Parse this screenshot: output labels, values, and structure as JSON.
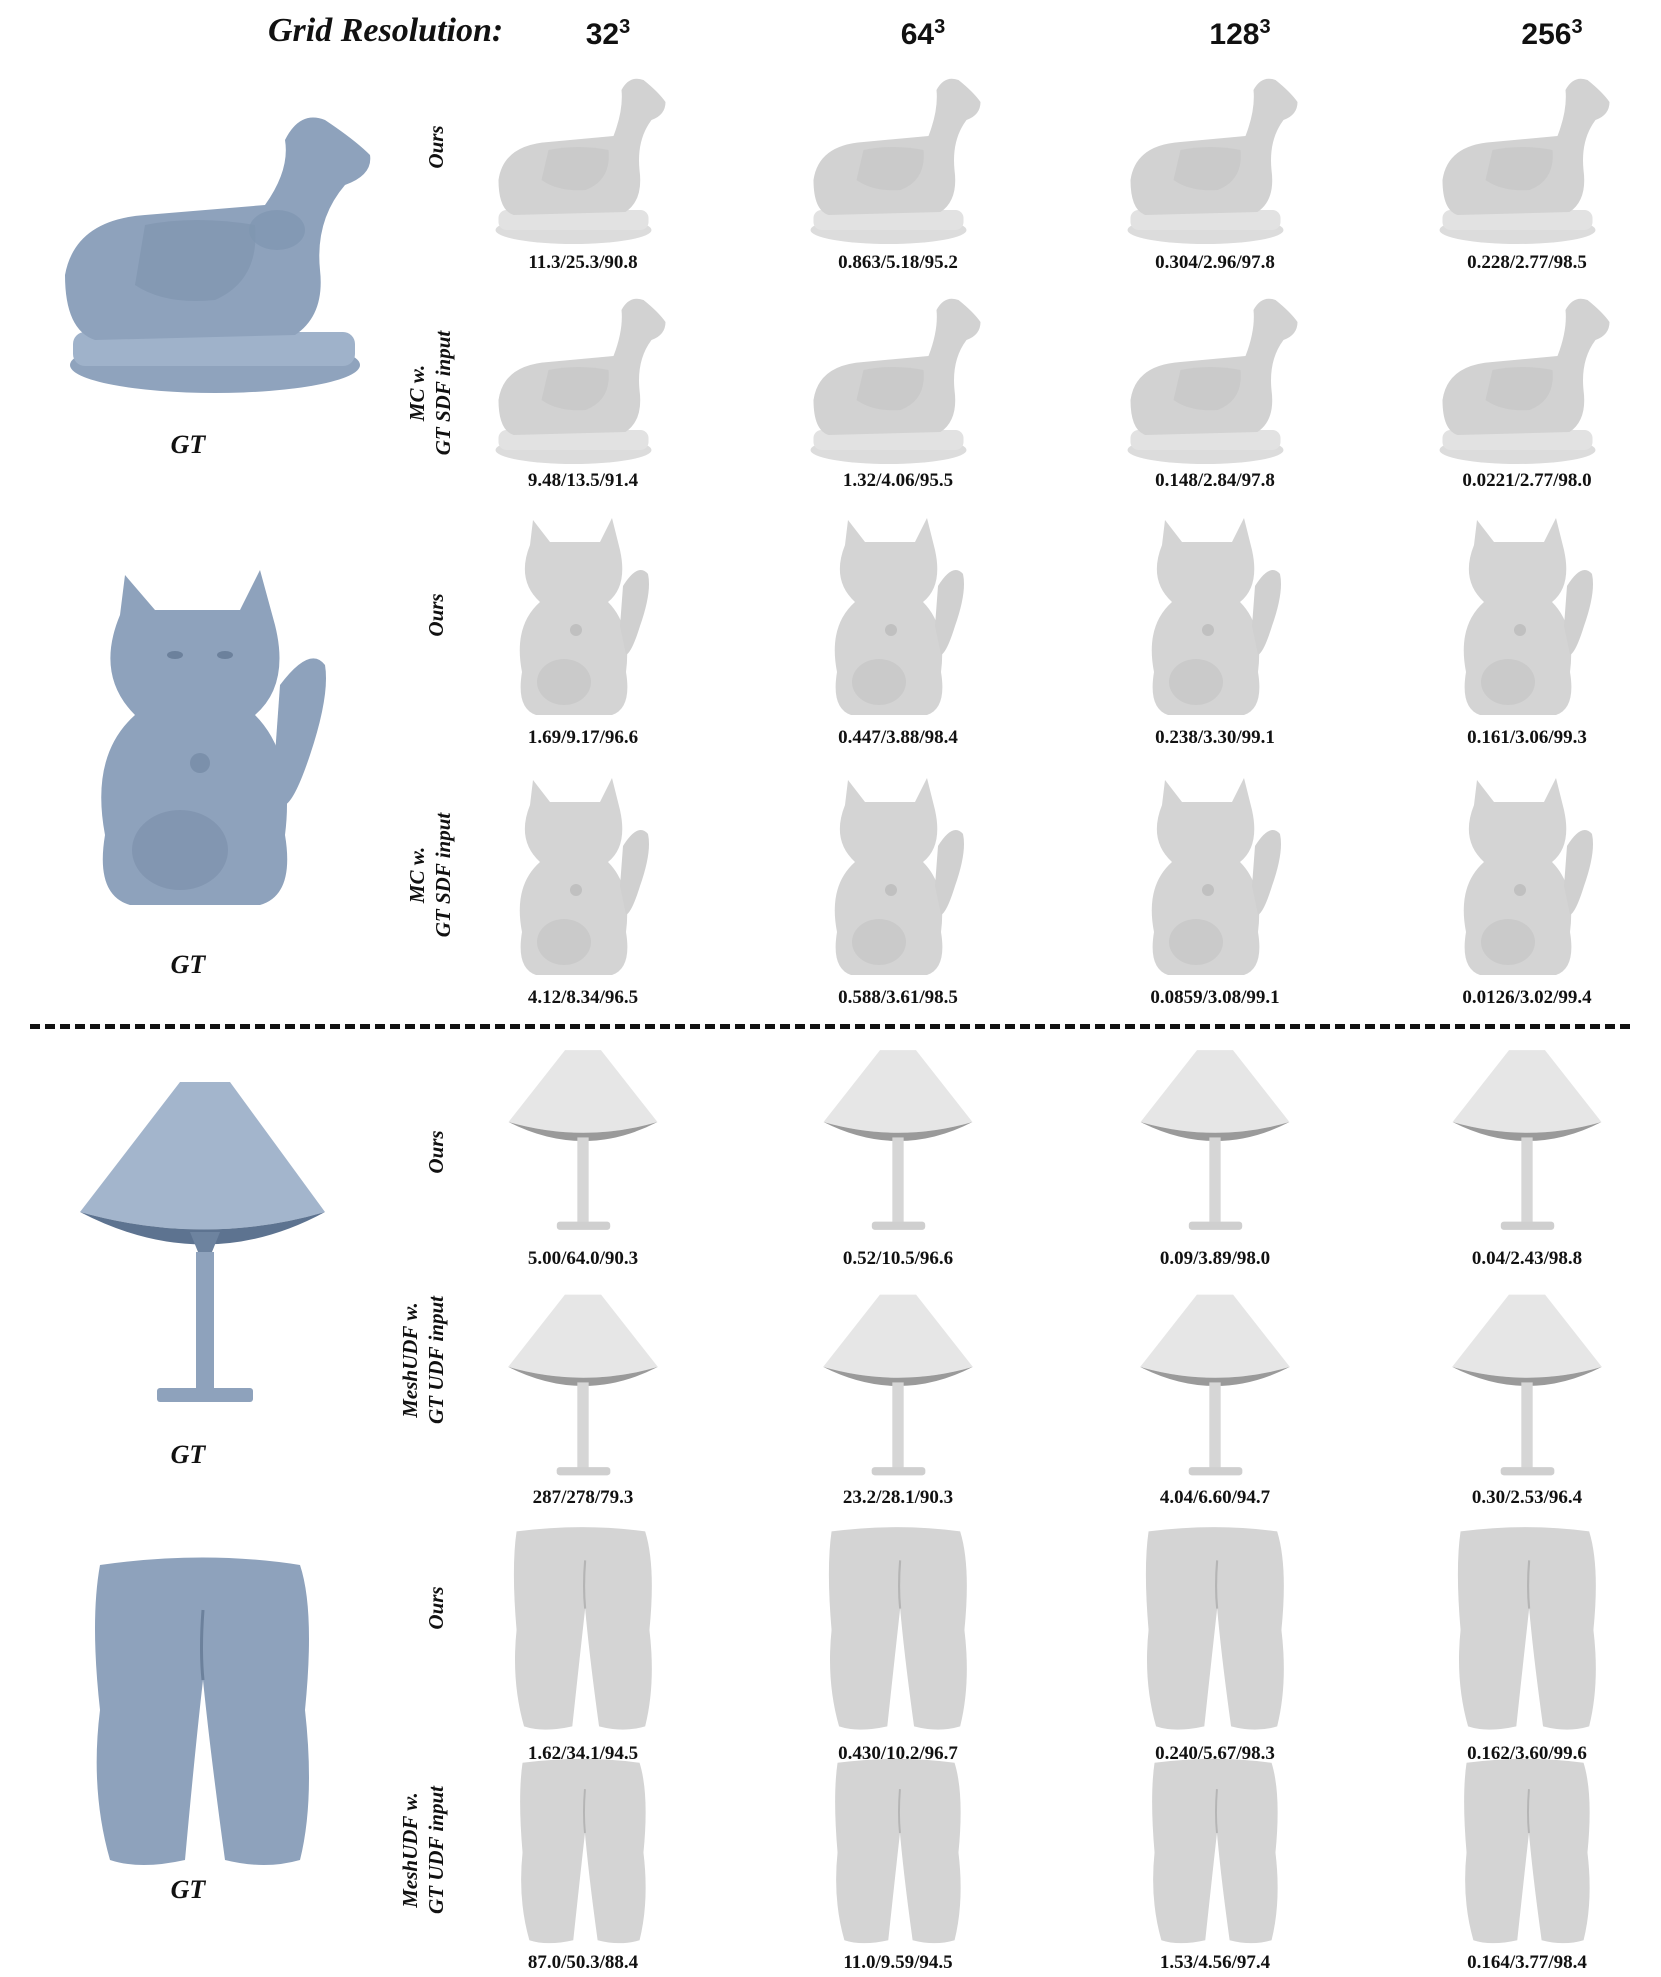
{
  "header": {
    "title": "Grid Resolution:",
    "resolutions": [
      {
        "base": "32",
        "exp": "3"
      },
      {
        "base": "64",
        "exp": "3"
      },
      {
        "base": "128",
        "exp": "3"
      },
      {
        "base": "256",
        "exp": "3"
      }
    ]
  },
  "gt_label": "GT",
  "objects": [
    {
      "name": "bull",
      "color": "#8fa3bd"
    },
    {
      "name": "cat",
      "color": "#8fa3bd"
    },
    {
      "name": "lamp",
      "color": "#8fa3bd"
    },
    {
      "name": "pants",
      "color": "#8fa3bd"
    }
  ],
  "method_labels": {
    "ours": "Ours",
    "mc_line1": "MC w.",
    "mc_line2": "GT SDF input",
    "meshudf_line1": "MeshUDF w.",
    "meshudf_line2": "GT UDF input"
  },
  "metrics": [
    [
      "11.3/25.3/90.8",
      "0.863/5.18/95.2",
      "0.304/2.96/97.8",
      "0.228/2.77/98.5"
    ],
    [
      "9.48/13.5/91.4",
      "1.32/4.06/95.5",
      "0.148/2.84/97.8",
      "0.0221/2.77/98.0"
    ],
    [
      "1.69/9.17/96.6",
      "0.447/3.88/98.4",
      "0.238/3.30/99.1",
      "0.161/3.06/99.3"
    ],
    [
      "4.12/8.34/96.5",
      "0.588/3.61/98.5",
      "0.0859/3.08/99.1",
      "0.0126/3.02/99.4"
    ],
    [
      "5.00/64.0/90.3",
      "0.52/10.5/96.6",
      "0.09/3.89/98.0",
      "0.04/2.43/98.8"
    ],
    [
      "287/278/79.3",
      "23.2/28.1/90.3",
      "4.04/6.60/94.7",
      "0.30/2.53/96.4"
    ],
    [
      "1.62/34.1/94.5",
      "0.430/10.2/96.7",
      "0.240/5.67/98.3",
      "0.162/3.60/99.6"
    ],
    [
      "87.0/50.3/88.4",
      "11.0/9.59/94.5",
      "1.53/4.56/97.4",
      "0.164/3.77/98.4"
    ]
  ]
}
